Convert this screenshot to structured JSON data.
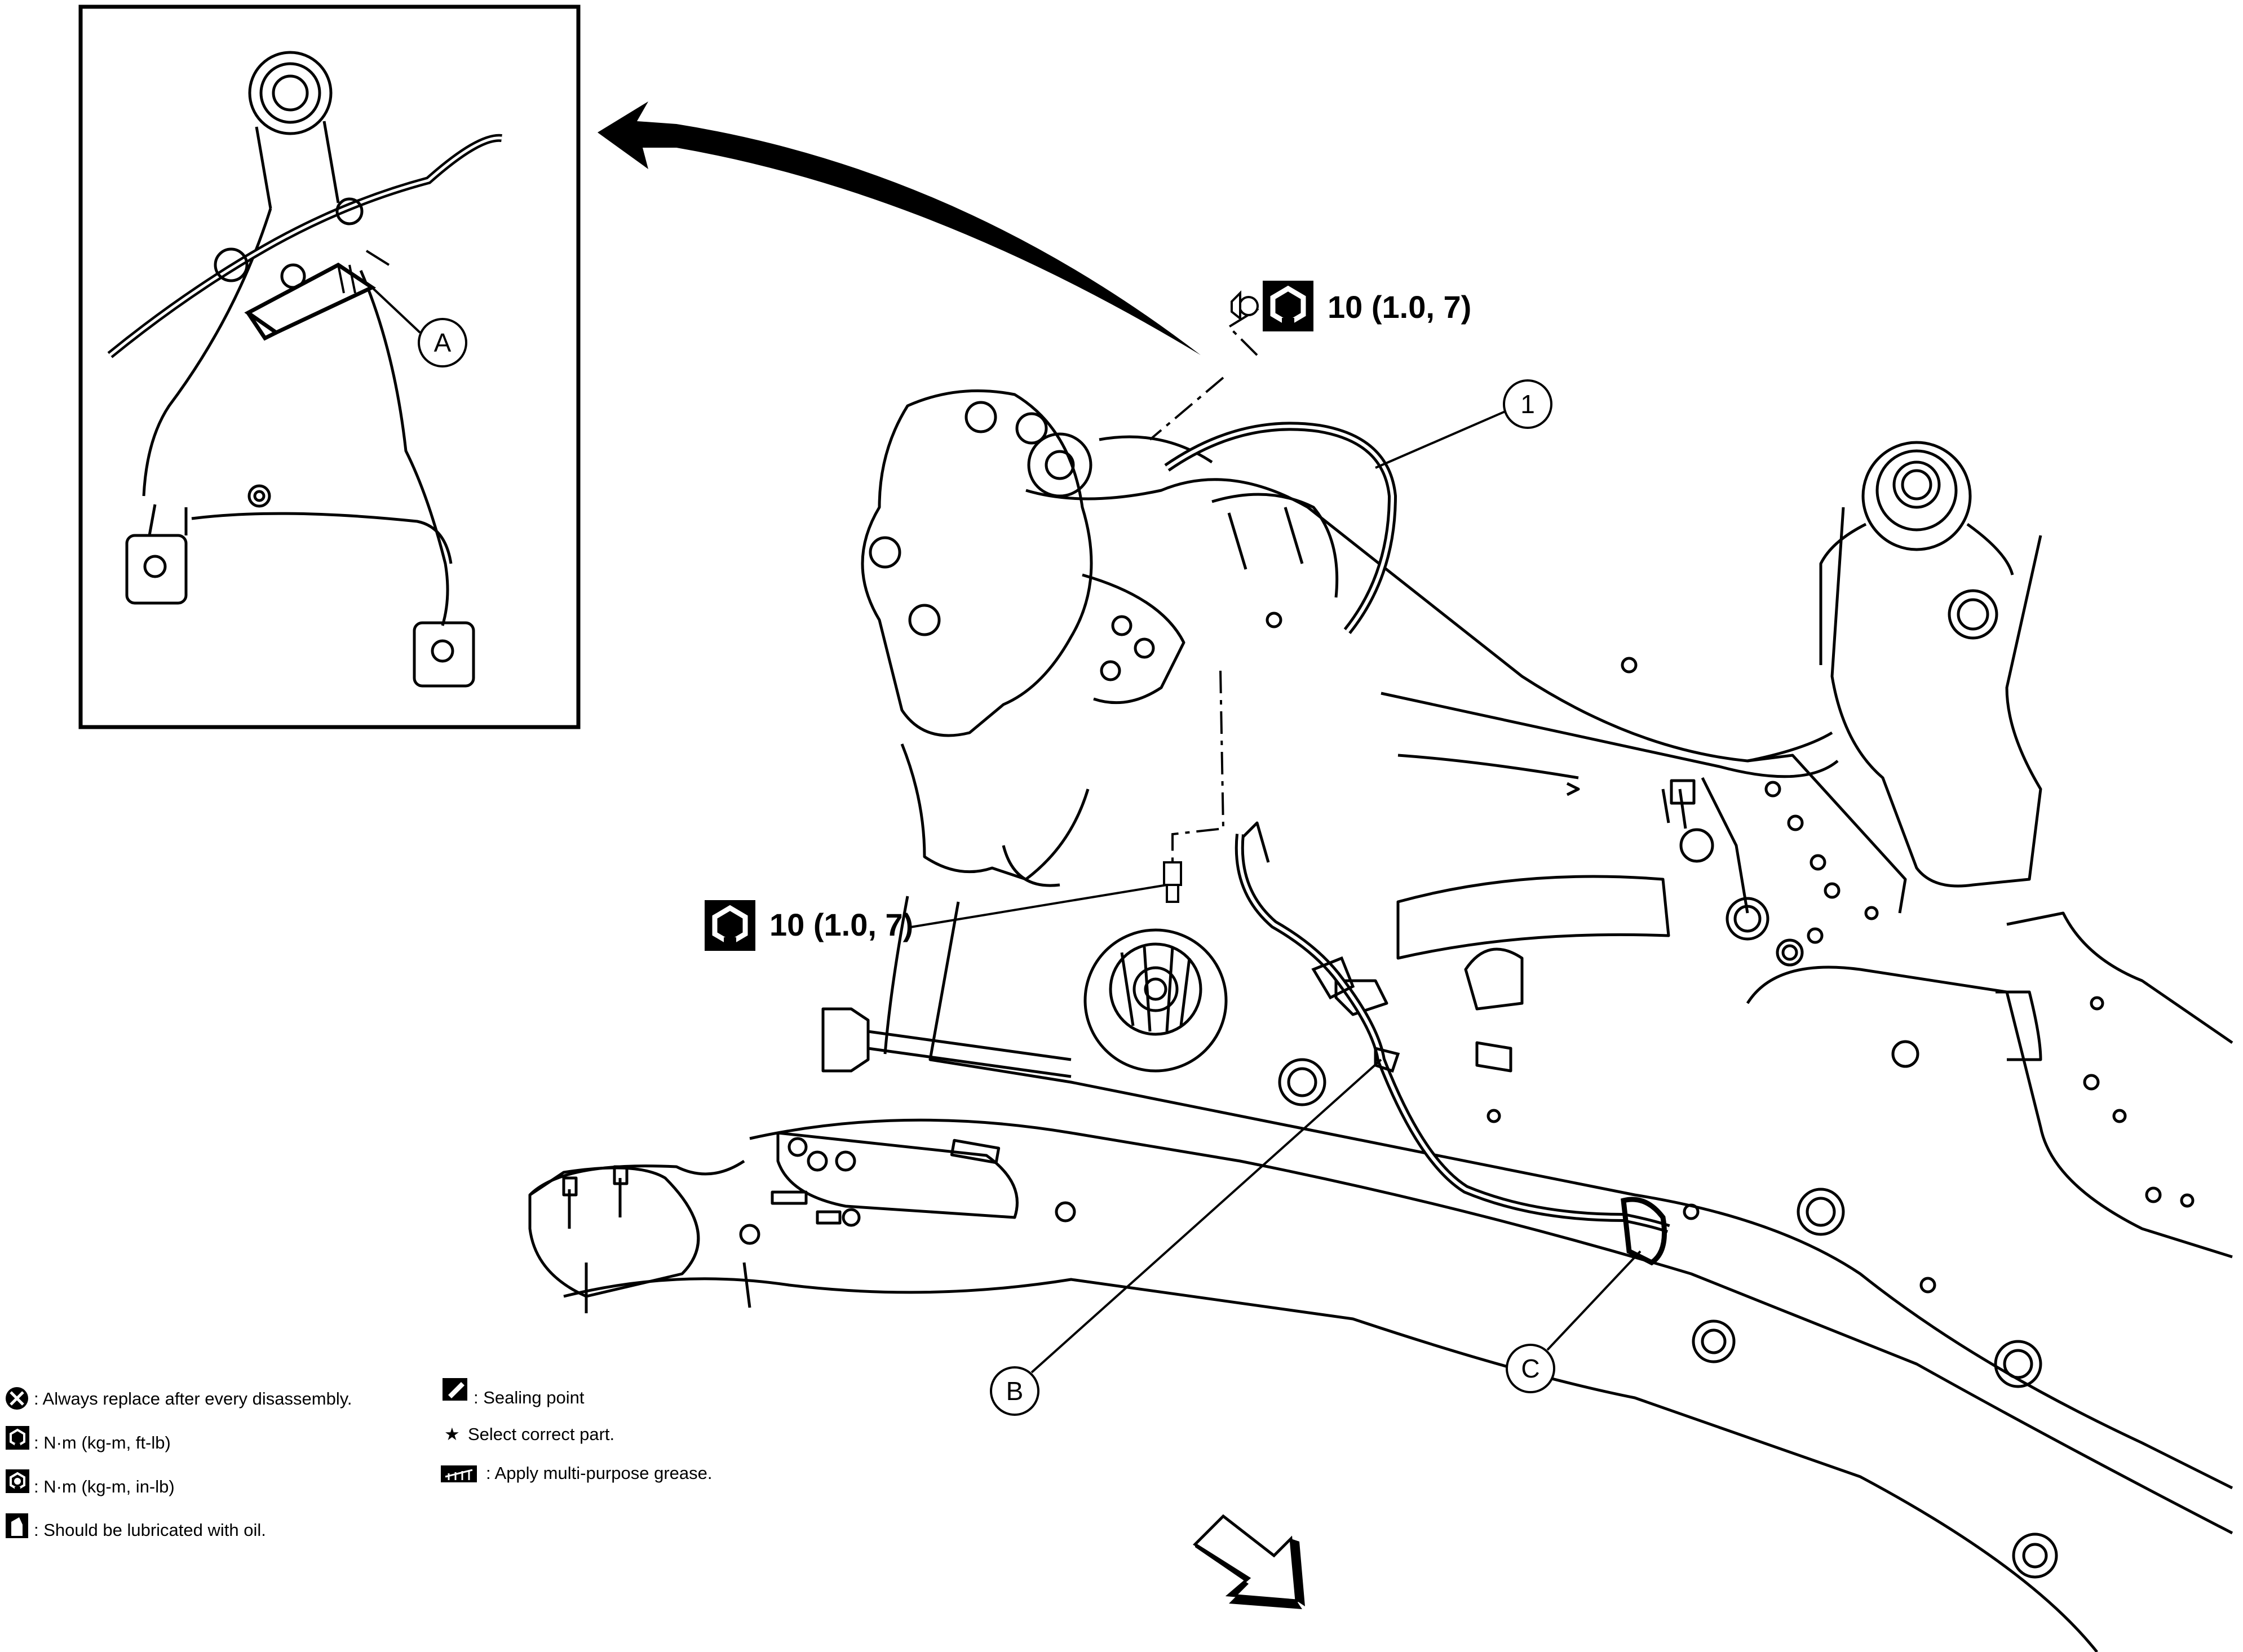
{
  "torque_top": {
    "value": "10 (1.0, 7)"
  },
  "torque_bottom": {
    "value": "10 (1.0, 7)"
  },
  "callouts": {
    "one": "1",
    "a": "A",
    "b": "B",
    "c": "C"
  },
  "legend": {
    "replace": ": Always replace after every disassembly.",
    "nm_ftlb": ": N·m (kg-m, ft-lb)",
    "nm_inlb": ": N·m (kg-m, in-lb)",
    "lubricate": ": Should be lubricated with oil.",
    "sealing": ": Sealing point",
    "select_star": "★",
    "select": "Select correct part.",
    "grease": ": Apply multi-purpose grease."
  },
  "icons": [
    "wrench-torque-icon",
    "replace-x-icon",
    "oil-can-icon",
    "sealing-icon",
    "grease-icon",
    "front-direction-arrow-icon"
  ],
  "colors": {
    "line": "#000000",
    "background": "#ffffff"
  }
}
